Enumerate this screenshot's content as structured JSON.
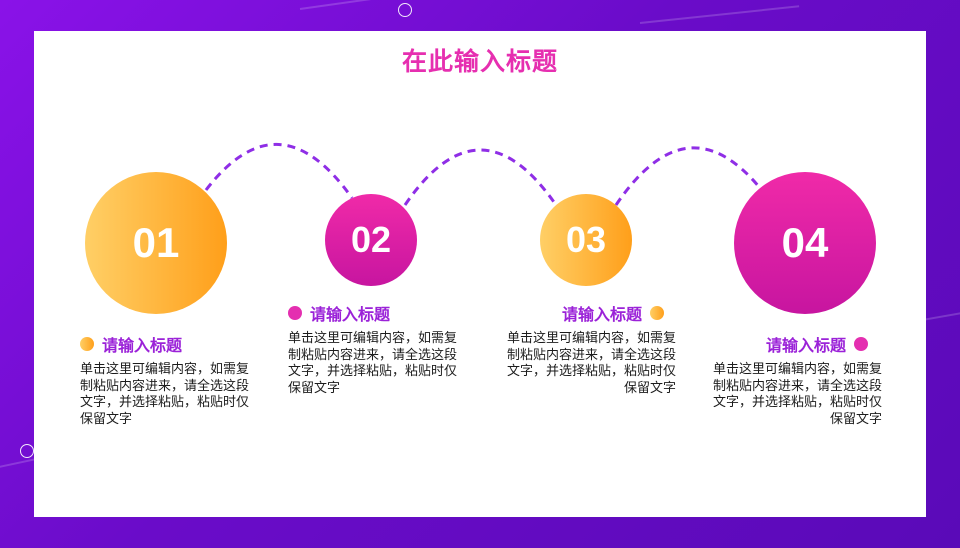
{
  "title": "在此输入标题",
  "steps": [
    {
      "number": "01",
      "heading": "请输入标题",
      "text": "单击这里可编辑内容，如需复制粘贴内容进来，请全选这段文字，并选择粘贴，粘贴时仅保留文字"
    },
    {
      "number": "02",
      "heading": "请输入标题",
      "text": "单击这里可编辑内容，如需复制粘贴内容进来，请全选这段文字，并选择粘贴，粘贴时仅保留文字"
    },
    {
      "number": "03",
      "heading": "请输入标题",
      "text": "单击这里可编辑内容，如需复制粘贴内容进来，请全选这段文字，并选择粘贴，粘贴时仅保留文字"
    },
    {
      "number": "04",
      "heading": "请输入标题",
      "text": "单击这里可编辑内容，如需复制粘贴内容进来，请全选这段文字，并选择粘贴，粘贴时仅保留文字"
    }
  ],
  "colors": {
    "background": "#7a10d8",
    "title": "#e62fb0",
    "heading": "#9b22d8",
    "orange_start": "#ffcf66",
    "orange_end": "#ff9f1a",
    "pink": "#e42fb0",
    "connector": "#8f2ee6"
  }
}
